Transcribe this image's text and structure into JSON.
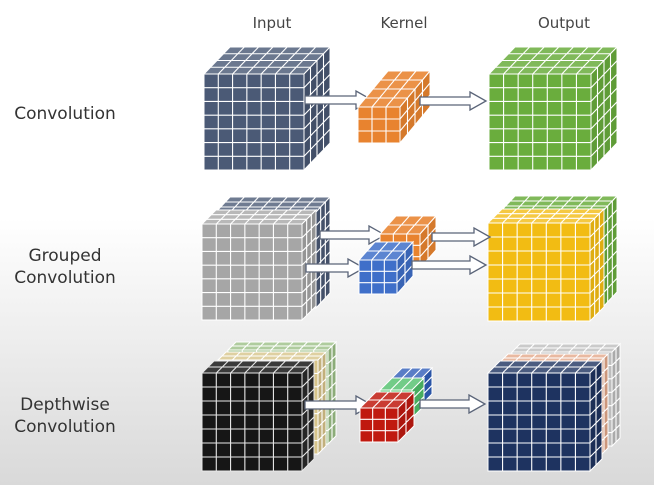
{
  "headers": {
    "input": "Input",
    "kernel": "Kernel",
    "output": "Output"
  },
  "rows": [
    {
      "label_lines": [
        "Convolution"
      ]
    },
    {
      "label_lines": [
        "Grouped",
        "Convolution"
      ]
    },
    {
      "label_lines": [
        "Depthwise",
        "Convolution"
      ]
    }
  ],
  "colors": {
    "input_slate": "#4b5a76",
    "kernel_orange": "#e8832f",
    "output_green": "#6aad3d",
    "input_gray": "#a6a6a6",
    "kernel_blue": "#3f6fc9",
    "output_yellow": "#f2bc13",
    "input_black": "#161616",
    "kernel_red": "#c0190f",
    "output_navy": "#1e3360"
  }
}
